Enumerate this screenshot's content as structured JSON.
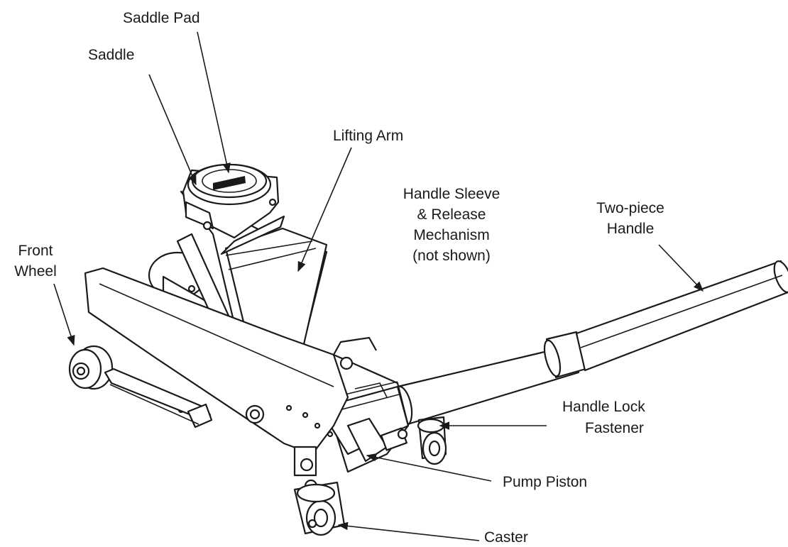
{
  "diagram": {
    "labels": {
      "saddle_pad": "Saddle Pad",
      "saddle": "Saddle",
      "lifting_arm": "Lifting Arm",
      "handle_sleeve_lines": [
        "Handle Sleeve",
        "& Release",
        "Mechanism",
        "(not shown)"
      ],
      "two_piece_handle_lines": [
        "Two-piece",
        "Handle"
      ],
      "front_wheel_lines": [
        "Front",
        "Wheel"
      ],
      "handle_lock_fastener_lines": [
        "Handle Lock",
        "Fastener"
      ],
      "pump_piston": "Pump Piston",
      "caster": "Caster"
    },
    "colors": {
      "ink": "#1a1a1a",
      "paper": "#ffffff"
    }
  }
}
